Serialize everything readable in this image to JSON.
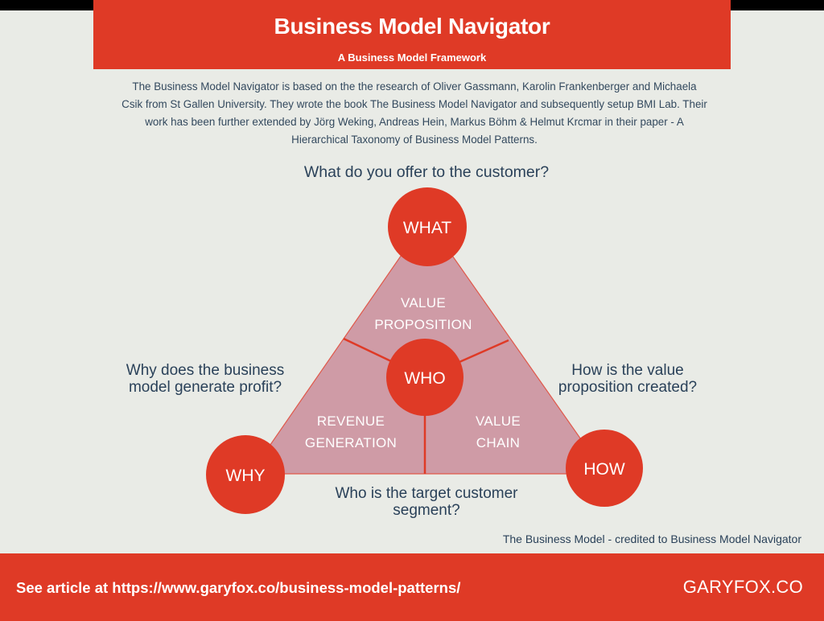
{
  "header": {
    "title": "Business Model Navigator",
    "subtitle": "A Business Model Framework"
  },
  "intro": "The Business Model Navigator is based on the the research of Oliver Gassmann, Karolin Frankenberger and Michaela Csik from St Gallen University. They wrote the book The Business Model Navigator and subsequently setup BMI Lab. Their work has been further extended by Jörg Weking, Andreas Hein, Markus Böhm & Helmut Krcmar in their paper - A Hierarchical Taxonomy of Business Model Patterns.",
  "diagram": {
    "nodes": {
      "what": "WHAT",
      "who": "WHO",
      "why": "WHY",
      "how": "HOW"
    },
    "segments": {
      "value_proposition": [
        "VALUE",
        "PROPOSITION"
      ],
      "revenue_generation": [
        "REVENUE",
        "GENERATION"
      ],
      "value_chain": [
        "VALUE",
        "CHAIN"
      ]
    },
    "questions": {
      "what": "What do you offer to the customer?",
      "why": "Why does the business model generate profit?",
      "how": "How is the value proposition created?",
      "who": "Who is the target customer segment?"
    },
    "colors": {
      "node": "#df3a26",
      "triangle_fill": "#cf9ba6",
      "background": "#e9ebe6",
      "text_dark": "#2a4159"
    }
  },
  "credit": "The Business Model - credited to Business Model Navigator",
  "footer": {
    "link_text": "See article at https://www.garyfox.co/business-model-patterns/",
    "brand": "GARYFOX.CO"
  }
}
